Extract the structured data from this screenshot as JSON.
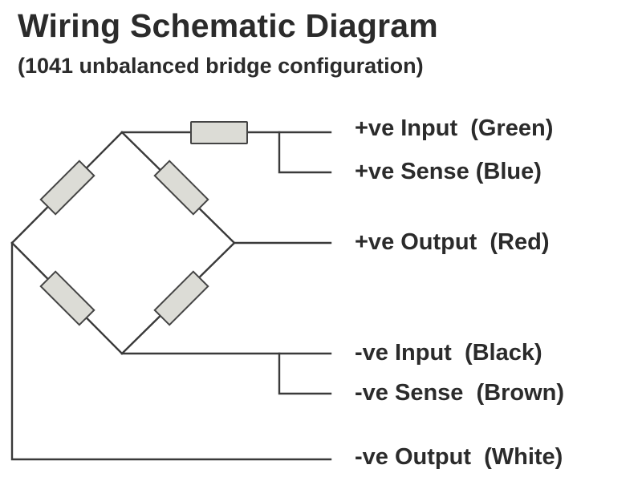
{
  "title": "Wiring Schematic Diagram",
  "subtitle": "(1041 unbalanced bridge configuration)",
  "terminals": [
    {
      "label": "+ve Input  (Green)"
    },
    {
      "label": "+ve Sense (Blue)"
    },
    {
      "label": "+ve Output  (Red)"
    },
    {
      "label": "-ve Input  (Black)"
    },
    {
      "label": "-ve Sense  (Brown)"
    },
    {
      "label": "-ve Output  (White)"
    }
  ]
}
